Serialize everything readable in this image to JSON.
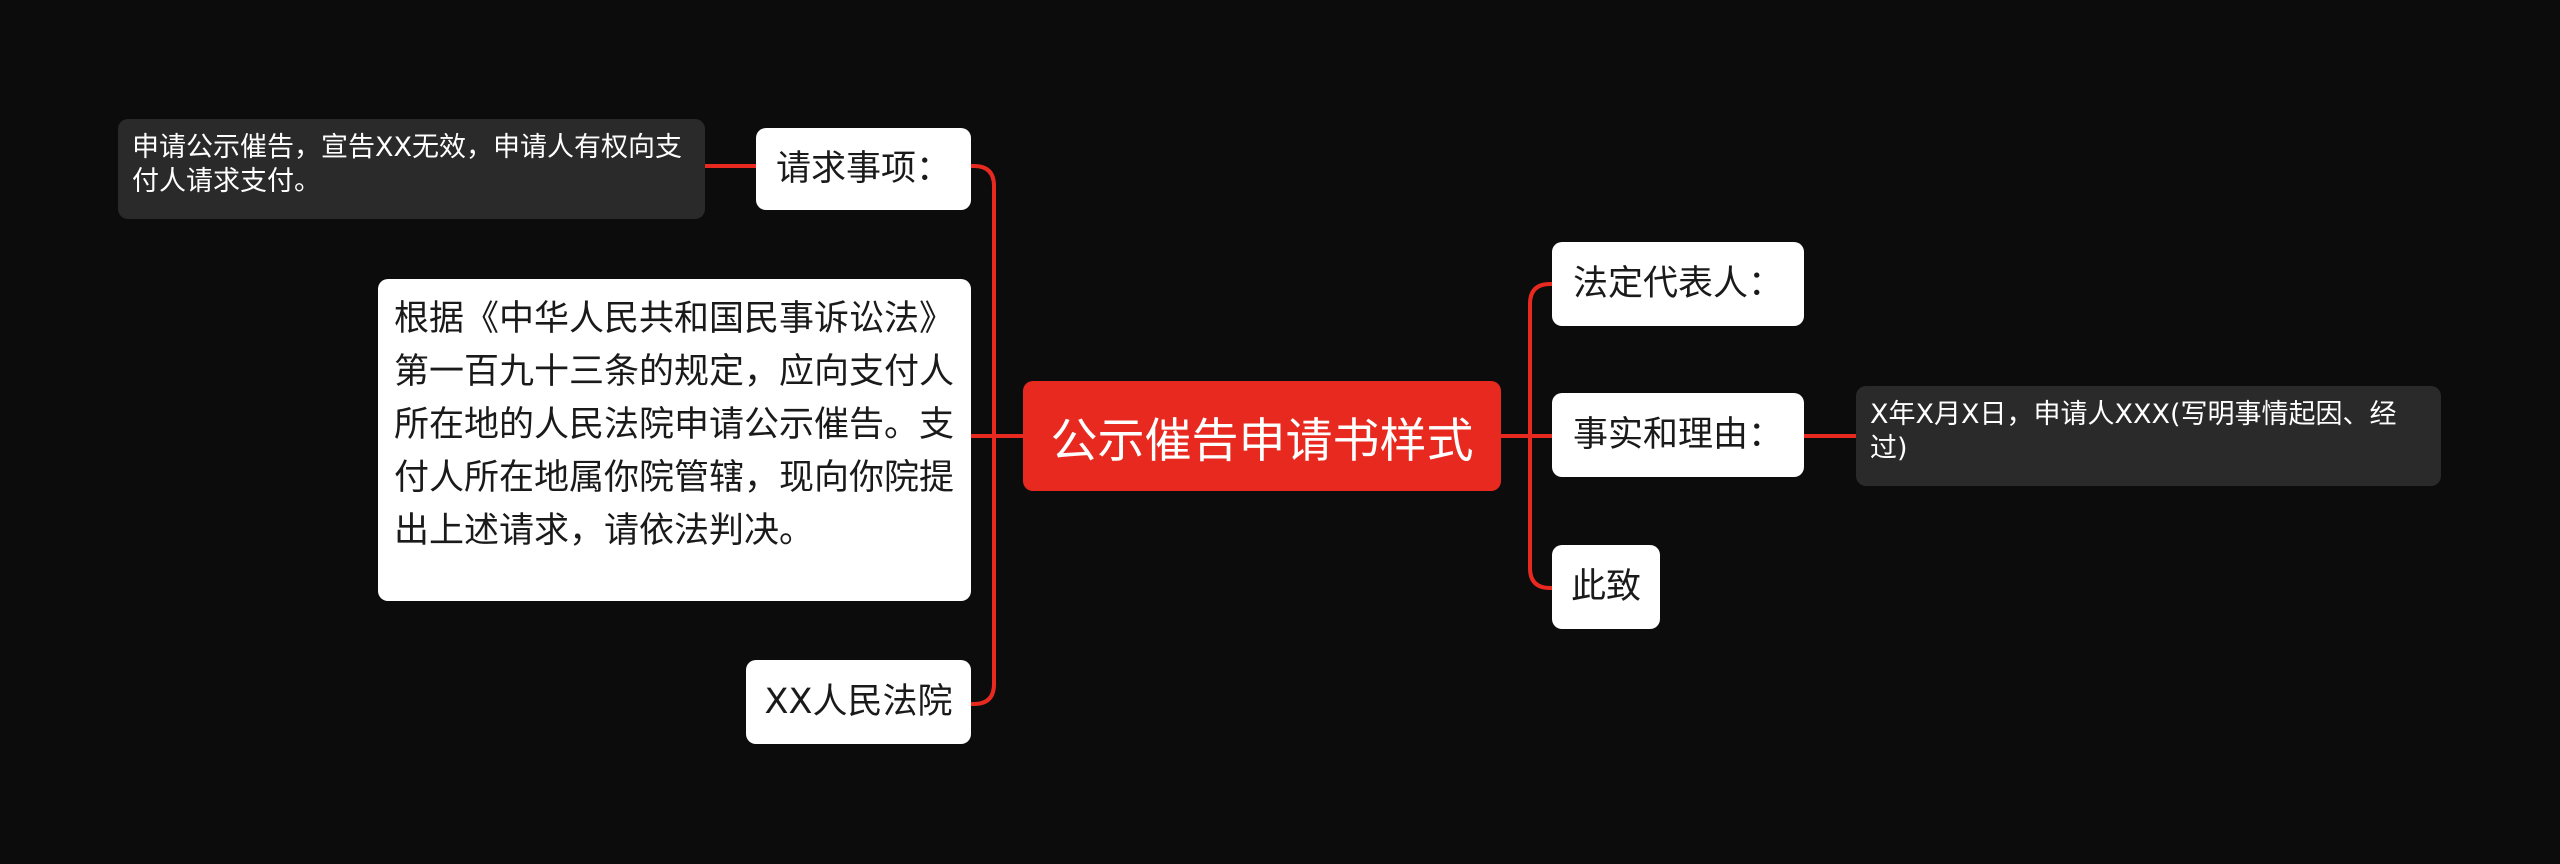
{
  "root": {
    "title": "公示催告申请书样式"
  },
  "left": {
    "request_items": {
      "label": "请求事项：",
      "note": "申请公示催告，宣告XX无效，申请人有权向支付人请求支付。"
    },
    "basis": {
      "text": "根据《中华人民共和国民事诉讼法》第一百九十三条的规定，应向支付人所在地的人民法院申请公示催告。支付人所在地属你院管辖，现向你院提出上述请求，请依法判决。"
    },
    "court": {
      "label": "XX人民法院"
    }
  },
  "right": {
    "legal_rep": {
      "label": "法定代表人："
    },
    "facts": {
      "label": "事实和理由：",
      "note": "X年X月X日，申请人XXX(写明事情起因、经过)"
    },
    "closing": {
      "label": "此致"
    }
  },
  "colors": {
    "background": "#0c0c0c",
    "root": "#e8291f",
    "connector": "#e8291f",
    "note_bg": "#2a2a2a",
    "node_bg": "#ffffff"
  }
}
